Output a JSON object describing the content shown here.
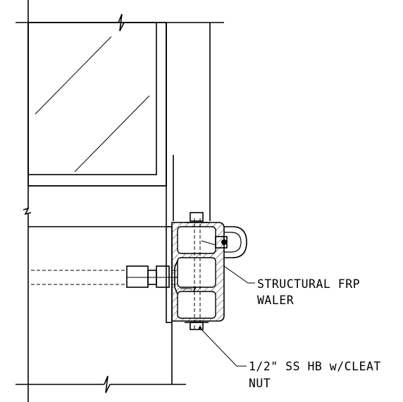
{
  "callouts": [
    {
      "id": "waler",
      "lines": [
        "STRUCTURAL FRP",
        "WALER"
      ]
    },
    {
      "id": "bolt",
      "lines": [
        "1/2\" SS HB w/CLEAT",
        "NUT"
      ]
    }
  ]
}
